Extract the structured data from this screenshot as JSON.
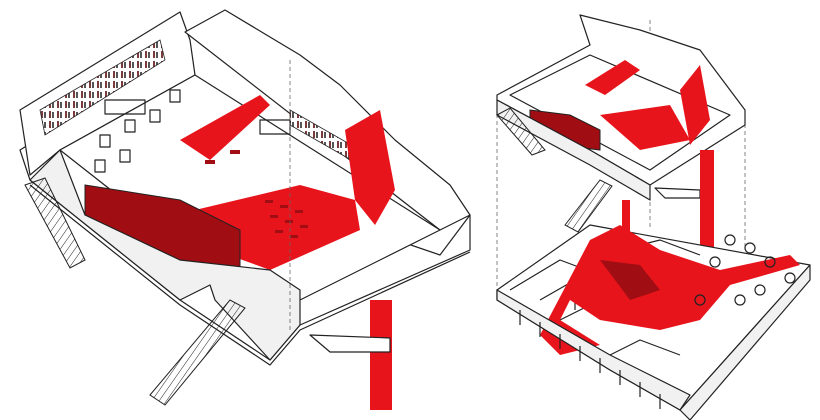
{
  "colors": {
    "accent_red": "#e8141c",
    "accent_dark_red": "#a00d12",
    "line": "#222222",
    "background": "#ffffff"
  },
  "figures": [
    {
      "id": "assembled-axonometric",
      "view": "assembled"
    },
    {
      "id": "exploded-axonometric",
      "view": "exploded",
      "levels": [
        "upper-level",
        "lower-level"
      ]
    }
  ]
}
